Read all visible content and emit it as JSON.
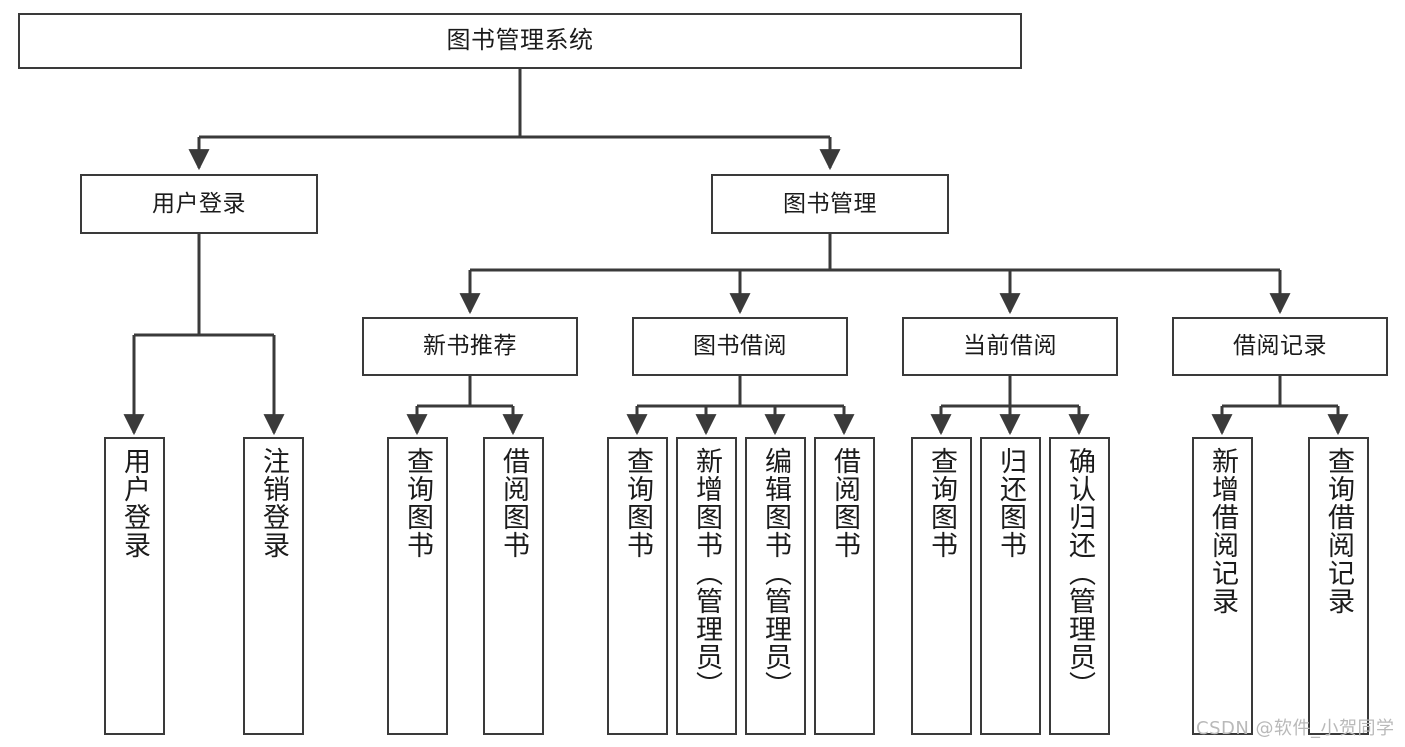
{
  "diagram": {
    "title": "图书管理系统",
    "watermark": "CSDN @软件_小贺同学",
    "line_color": "#3a3a3a",
    "box_fill": "#ffffff",
    "text_color": "#1b1b1b",
    "watermark_color": "#b9b9b9"
  },
  "nodes": {
    "root": {
      "label": "图书管理系统"
    },
    "level2": [
      {
        "label": "用户登录"
      },
      {
        "label": "图书管理"
      }
    ],
    "level3": [
      {
        "label": "新书推荐"
      },
      {
        "label": "图书借阅"
      },
      {
        "label": "当前借阅"
      },
      {
        "label": "借阅记录"
      }
    ],
    "leaves": {
      "user_login": [
        {
          "label": "用户登录"
        },
        {
          "label": "注销登录"
        }
      ],
      "new_book_recommend": [
        {
          "label": "查询图书"
        },
        {
          "label": "借阅图书"
        }
      ],
      "book_borrow": [
        {
          "label": "查询图书"
        },
        {
          "label": "新增图书（管理员）"
        },
        {
          "label": "编辑图书（管理员）"
        },
        {
          "label": "借阅图书"
        }
      ],
      "current_borrow": [
        {
          "label": "查询图书"
        },
        {
          "label": "归还图书"
        },
        {
          "label": "确认归还（管理员）"
        }
      ],
      "borrow_record": [
        {
          "label": "新增借阅记录"
        },
        {
          "label": "查询借阅记录"
        }
      ]
    }
  },
  "chart_data": {
    "type": "diagram",
    "subtype": "tree-hierarchy",
    "title": "图书管理系统",
    "orientation": "top-down",
    "tree": {
      "name": "图书管理系统",
      "children": [
        {
          "name": "用户登录",
          "children": [
            {
              "name": "用户登录"
            },
            {
              "name": "注销登录"
            }
          ]
        },
        {
          "name": "图书管理",
          "children": [
            {
              "name": "新书推荐",
              "children": [
                {
                  "name": "查询图书"
                },
                {
                  "name": "借阅图书"
                }
              ]
            },
            {
              "name": "图书借阅",
              "children": [
                {
                  "name": "查询图书"
                },
                {
                  "name": "新增图书（管理员）"
                },
                {
                  "name": "编辑图书（管理员）"
                },
                {
                  "name": "借阅图书"
                }
              ]
            },
            {
              "name": "当前借阅",
              "children": [
                {
                  "name": "查询图书"
                },
                {
                  "name": "归还图书"
                },
                {
                  "name": "确认归还（管理员）"
                }
              ]
            },
            {
              "name": "借阅记录",
              "children": [
                {
                  "name": "新增借阅记录"
                },
                {
                  "name": "查询借阅记录"
                }
              ]
            }
          ]
        }
      ]
    }
  }
}
